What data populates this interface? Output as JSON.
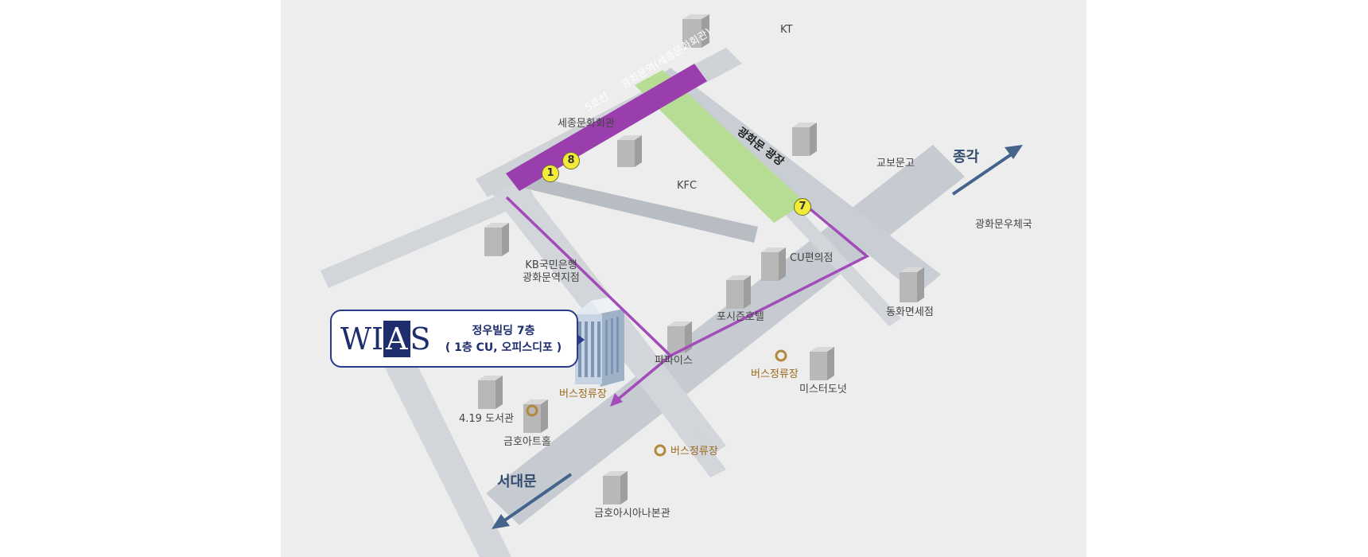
{
  "labels": {
    "kt": "KT",
    "sejong": "세종문화회관",
    "kfc": "KFC",
    "kyobo": "교보문고",
    "post_office": "광화문우체국",
    "kb_line1": "KB국민은행",
    "kb_line2": "광화문역지점",
    "cu": "CU편의점",
    "four_seasons": "포시즌호텔",
    "donghwa": "동화면세점",
    "popeyes": "파파이스",
    "mister_donut": "미스터도넛",
    "bus1": "버스정류장",
    "bus2": "버스정류장",
    "bus3": "버스정류장",
    "library_419": "4.19 도서관",
    "kumho_hall": "금호아트홀",
    "kumho_asiana": "금호아시아나본관"
  },
  "directions": {
    "jonggak": "종각",
    "seodaemun": "서대문"
  },
  "subway": {
    "line_label": "5호선",
    "station_label": "광화문역(세종문화회관)",
    "plaza_label": "광화문 광장",
    "exits": [
      "1",
      "8",
      "7"
    ]
  },
  "callout": {
    "logo": {
      "pre": "WI",
      "boxed": "A",
      "post": "S"
    },
    "line1": "정우빌딩 7층",
    "line2": "( 1층 CU, 오피스디포 )"
  },
  "colors": {
    "background": "#ededed",
    "road": "#c9cdd4",
    "plaza": "#b7dd94",
    "subway_line": "#9a3eae",
    "route": "#a24bb9",
    "direction_arrow": "#45648c",
    "exit_marker": "#f4ea3a",
    "callout_border": "#2b3a8a"
  }
}
